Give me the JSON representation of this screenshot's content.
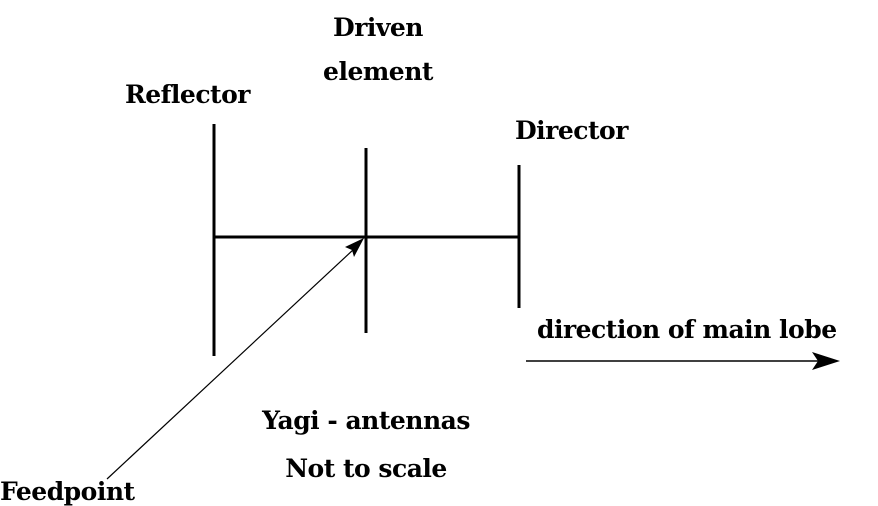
{
  "labels": {
    "reflector": "Reflector",
    "driven_line1": "Driven",
    "driven_line2": "element",
    "director": "Director",
    "direction": "direction of main lobe",
    "caption_line1": "Yagi - antennas",
    "caption_line2": "Not to scale",
    "feedpoint": "Feedpoint"
  },
  "colors": {
    "line": "#000000",
    "background": "#ffffff"
  }
}
